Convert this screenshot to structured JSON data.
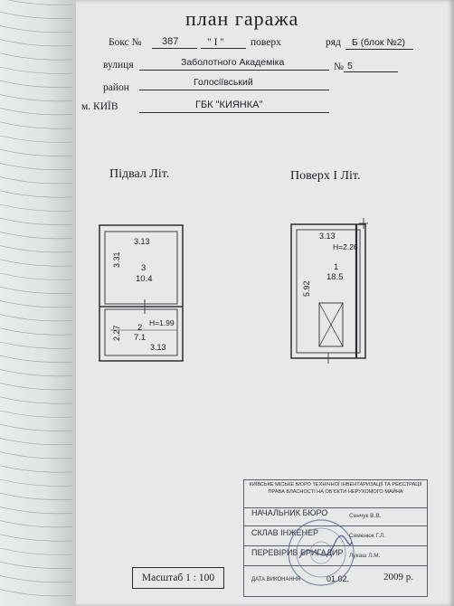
{
  "title": "план гаража",
  "box": {
    "label": "Бокс №",
    "number": "387",
    "floor_value": "\" І \"",
    "floor_label": "поверх",
    "row_label": "ряд",
    "row_value": "Б (блок №2)"
  },
  "street": {
    "label": "вулиця",
    "value": "Заболотного Академіка",
    "number_label": "№",
    "number": "5"
  },
  "district": {
    "label": "район",
    "value": "Голосіївський"
  },
  "city": {
    "label": "м. КИЇВ",
    "value": "ГБК \"КИЯНКА\""
  },
  "sections": {
    "basement": "Підвал   Літ.",
    "floor": "Поверх І   Літ."
  },
  "basement_plan": {
    "upper_room": {
      "width": "3.13",
      "height": "3.31",
      "number": "3",
      "area": "10.4"
    },
    "lower_room": {
      "width": "3.13",
      "height": "2.27",
      "number": "2",
      "area": "7.1",
      "ceiling": "H=1.99"
    }
  },
  "floor_plan": {
    "width": "3.13",
    "length": "5.92",
    "ceiling": "H=2.26",
    "number": "1",
    "area": "18.5"
  },
  "stamp": {
    "header": "КИЇВСЬКЕ МІСЬКЕ БЮРО ТЕХНІЧНОЇ ІНВЕНТАРИЗАЦІЇ ТА РЕЄСТРАЦІЇ ПРАВА ВЛАСНОСТІ НА ОБ'ЄКТИ НЕРУХОМОГО МАЙНА",
    "rows": [
      {
        "role": "НАЧАЛЬНИК БЮРО",
        "name": "Сенчук В.В."
      },
      {
        "role": "СКЛАВ ІНЖЕНЕР",
        "name": "Семенюк Г.Л."
      },
      {
        "role": "ПЕРЕВІРИВ БРИГАДИР",
        "name": "Лукаш Л.М."
      }
    ],
    "date_label": "ДАТА ВИКОНАННЯ",
    "date_value": "01.02.",
    "year": "2009",
    "year_suffix": "р."
  },
  "scale": "Масштаб 1 : 100"
}
